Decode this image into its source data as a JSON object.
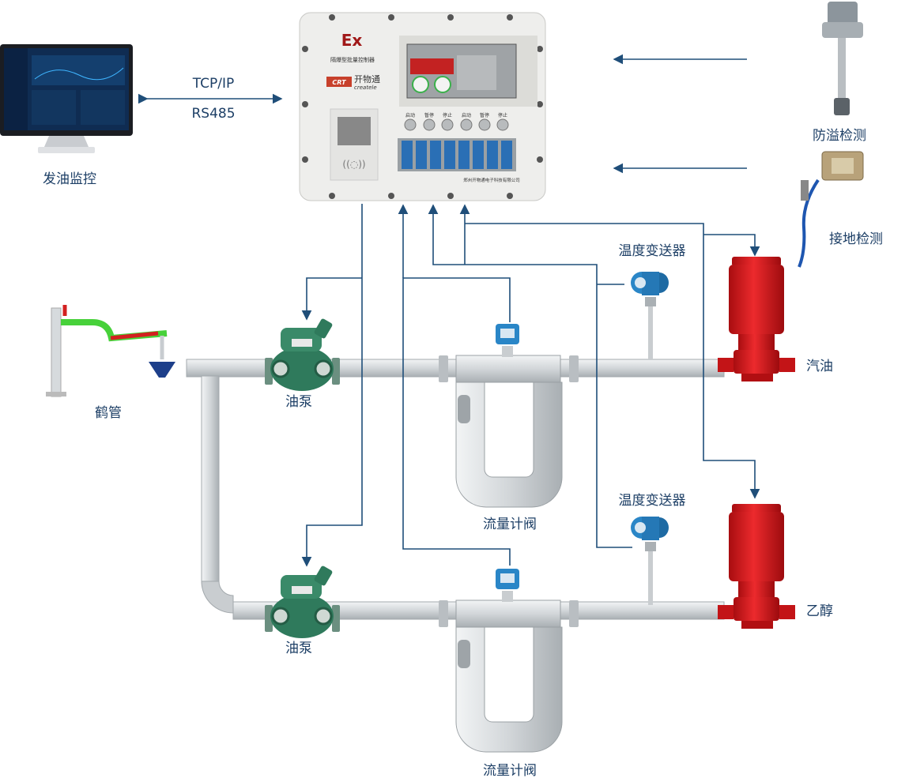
{
  "labels": {
    "monitor": "发油监控",
    "tcp": "TCP/IP",
    "rs485": "RS485",
    "overflow": "防溢检测",
    "grounding": "接地检测",
    "loading_arm": "鹤管",
    "pump_top": "油泵",
    "pump_bottom": "油泵",
    "flowmeter_top": "流量计阀",
    "flowmeter_bottom": "流量计阀",
    "temp_top": "温度变送器",
    "temp_bottom": "温度变送器",
    "gasoline": "汽油",
    "ethanol": "乙醇"
  },
  "controller": {
    "ex_mark": "Ex",
    "title": "隔爆型批量控制器",
    "brand_badge": "CRT",
    "brand_cn": "开物通",
    "brand_en": "createle",
    "buttons": [
      "启动",
      "暂停",
      "停止",
      "启动",
      "暂停",
      "停止"
    ],
    "company": "郑州开物通电子科技有限公司"
  },
  "colors": {
    "line": "#1f4e79",
    "label": "#1d3f66",
    "pump": "#d8161b",
    "valve": "#2f7a5c",
    "pipe": "#d6dadd"
  }
}
